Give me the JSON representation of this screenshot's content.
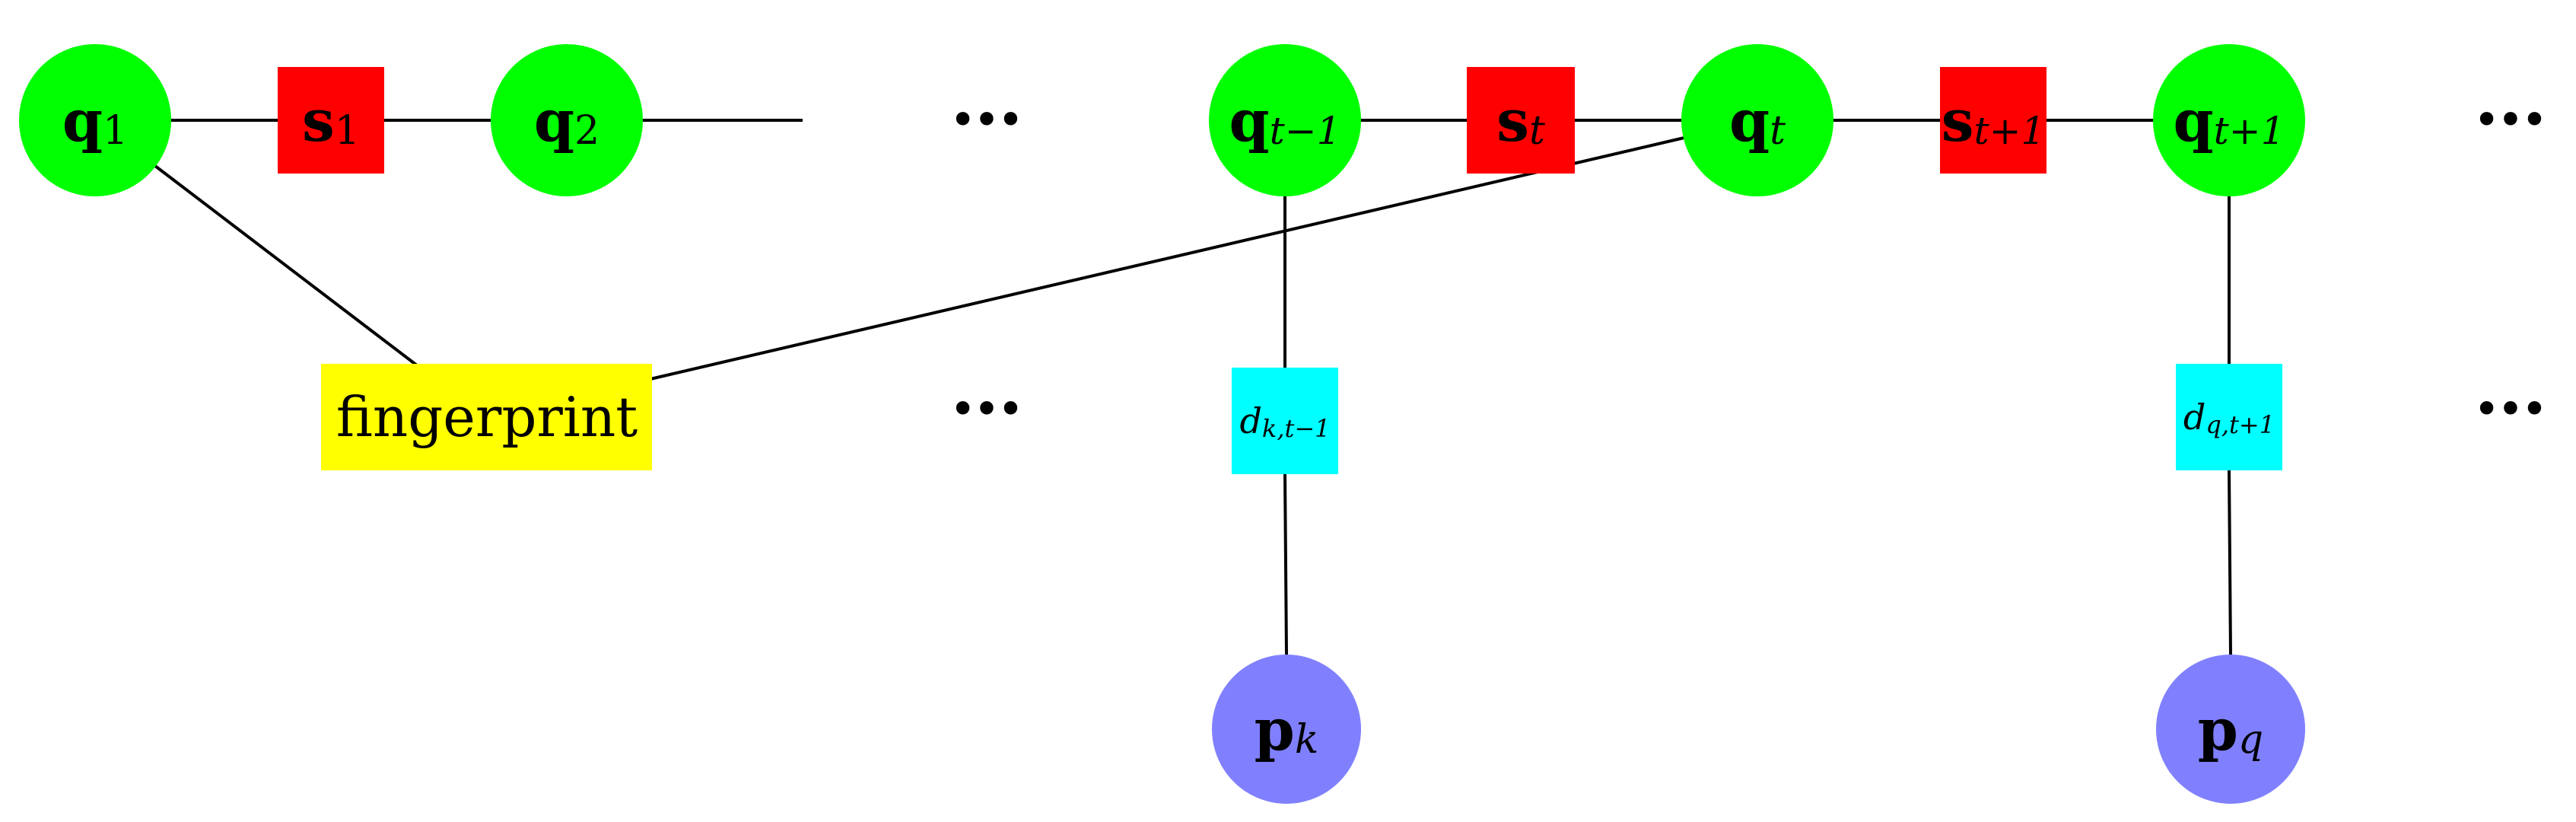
{
  "colors": {
    "query_node": "#00ff00",
    "state_factor": "#ff0000",
    "fingerprint": "#ffff00",
    "distance_factor": "#00ffff",
    "point_node": "#8080ff",
    "edge": "#000000"
  },
  "nodes": {
    "q1": {
      "base": "q",
      "sub": "1"
    },
    "s1": {
      "base": "s",
      "sub": "1"
    },
    "q2": {
      "base": "q",
      "sub": "2"
    },
    "qtm1": {
      "base": "q",
      "sub": "t−1"
    },
    "st": {
      "base": "s",
      "sub": "t"
    },
    "qt": {
      "base": "q",
      "sub": "t"
    },
    "stp1": {
      "base": "s",
      "sub": "t+1"
    },
    "qtp1": {
      "base": "q",
      "sub": "t+1"
    },
    "fingerprint": {
      "label": "fingerprint"
    },
    "dk": {
      "base": "d",
      "sub": "k,t−1"
    },
    "dq": {
      "base": "d",
      "sub": "q,t+1"
    },
    "pk": {
      "base": "p",
      "sub": "k"
    },
    "pq": {
      "base": "p",
      "sub": "q"
    }
  },
  "ellipsis": "•••"
}
